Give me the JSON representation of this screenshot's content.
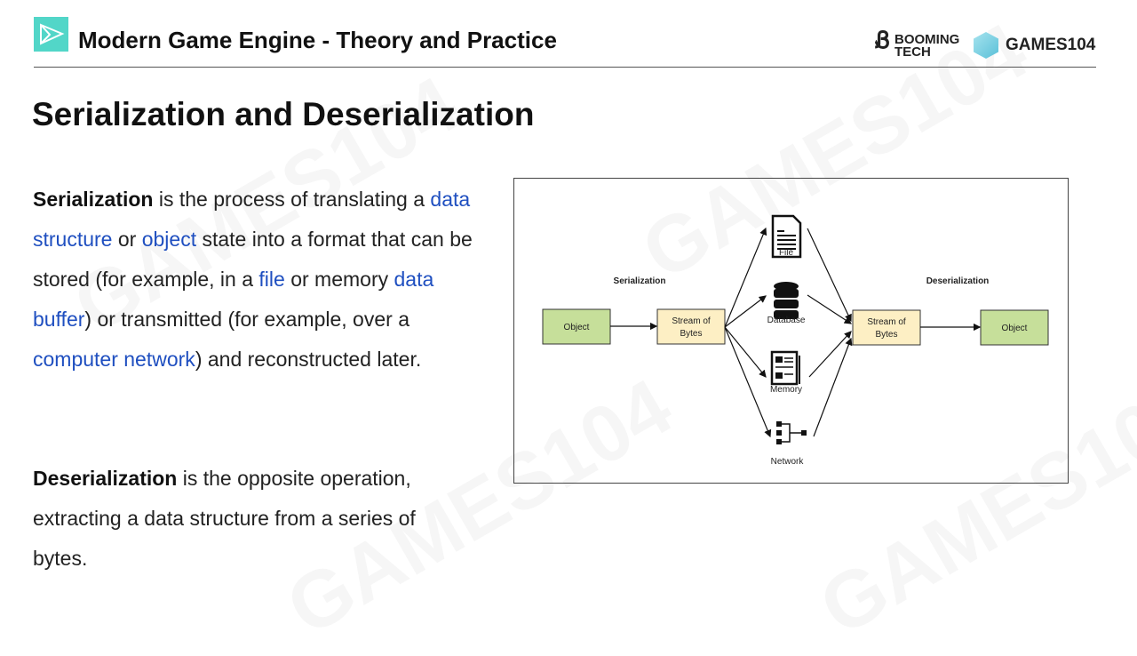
{
  "header": {
    "title": "Modern Game Engine - Theory and Practice",
    "brand1_line1": "BOOMING",
    "brand1_line2": "TECH",
    "brand2": "GAMES104"
  },
  "slide": {
    "title": "Serialization and Deserialization",
    "p1": {
      "bold": "Serialization",
      "t1": " is the process of translating a ",
      "l1": "data structure",
      "t2": " or ",
      "l2": "object",
      "t3": " state into a format that can be stored (for example, in a ",
      "l3": "file",
      "t4": " or memory ",
      "l4": "data buffer",
      "t5": ") or transmitted (for example, over a ",
      "l5": "computer network",
      "t6": ") and reconstructed later."
    },
    "p2": {
      "bold": "Deserialization",
      "t1": " is the opposite operation, extracting a data structure from a series of bytes."
    }
  },
  "diagram": {
    "serialization": "Serialization",
    "deserialization": "Deserialization",
    "object": "Object",
    "stream1": "Stream of",
    "stream2": "Bytes",
    "file": "File",
    "database": "Database",
    "memory": "Memory",
    "network": "Network",
    "colors": {
      "object": "#c6df9a",
      "stream": "#fdefc4"
    }
  },
  "watermark": "GAMES104"
}
